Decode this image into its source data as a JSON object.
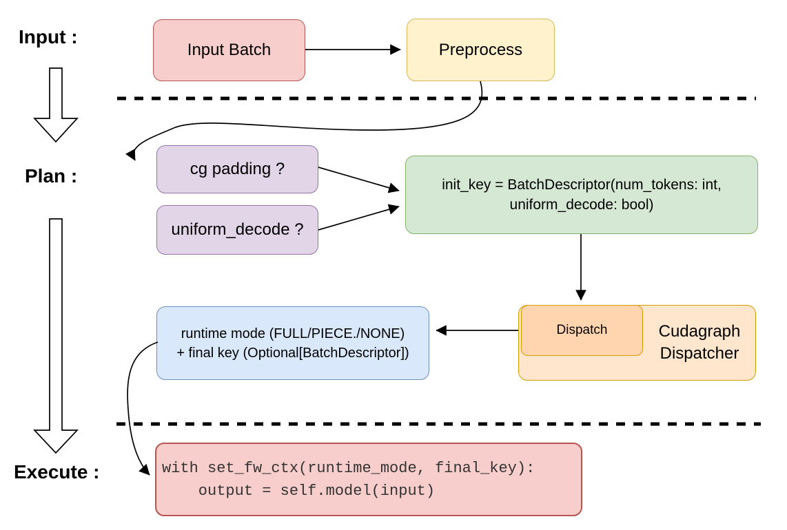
{
  "diagram": {
    "stage_labels": {
      "input": "Input :",
      "plan": "Plan :",
      "execute": "Execute :"
    },
    "nodes": {
      "input_batch": {
        "label": "Input Batch"
      },
      "preprocess": {
        "label": "Preprocess"
      },
      "cg_padding": {
        "label": "cg padding ?"
      },
      "uniform_decode": {
        "label": "uniform_decode ?"
      },
      "init_key": {
        "line1": "init_key = BatchDescriptor(num_tokens: int,",
        "line2": "uniform_decode: bool)"
      },
      "dispatch": {
        "label": "Dispatch"
      },
      "cudagraph_dispatcher": {
        "line1": "Cudagraph",
        "line2": "Dispatcher"
      },
      "runtime_mode": {
        "line1": "runtime mode (FULL/PIECE./NONE)",
        "line2": "+ final key (Optional[BatchDescriptor])"
      },
      "execute_code": {
        "line1": "with set_fw_ctx(runtime_mode, final_key):",
        "line2": "    output = self.model(input)"
      }
    },
    "colors": {
      "input_batch_fill": "#f8cecc",
      "input_batch_border": "#b85450",
      "preprocess_fill": "#fff2cc",
      "preprocess_border": "#d6b656",
      "question_fill": "#e1d5e7",
      "question_border": "#9673a6",
      "init_key_fill": "#d5e8d4",
      "init_key_border": "#82b366",
      "runtime_fill": "#dae8fc",
      "runtime_border": "#6c8ebf",
      "dispatcher_fill": "#ffe6cc",
      "dispatch_fill": "#ffd5b0",
      "dispatcher_border": "#d79b00",
      "execute_fill": "#f8cecc",
      "execute_border": "#b85450",
      "line_color": "#000000"
    }
  }
}
